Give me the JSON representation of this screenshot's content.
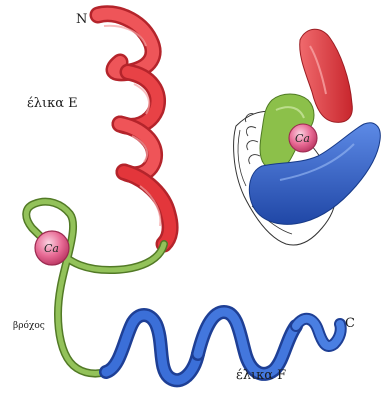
{
  "labels": {
    "n_terminus": "N",
    "c_terminus": "C",
    "helix_e": "έλικα E",
    "helix_f": "έλικα F",
    "loop": "βρόχος",
    "calcium_main": "Ca",
    "calcium_inset": "Ca"
  },
  "colors": {
    "helix_e": "#e53a3f",
    "helix_e_dark": "#a81d24",
    "loop": "#86b54a",
    "loop_dark": "#527a26",
    "helix_f": "#3a6ed6",
    "helix_f_dark": "#1e3f95",
    "calcium": "#e05a88"
  }
}
